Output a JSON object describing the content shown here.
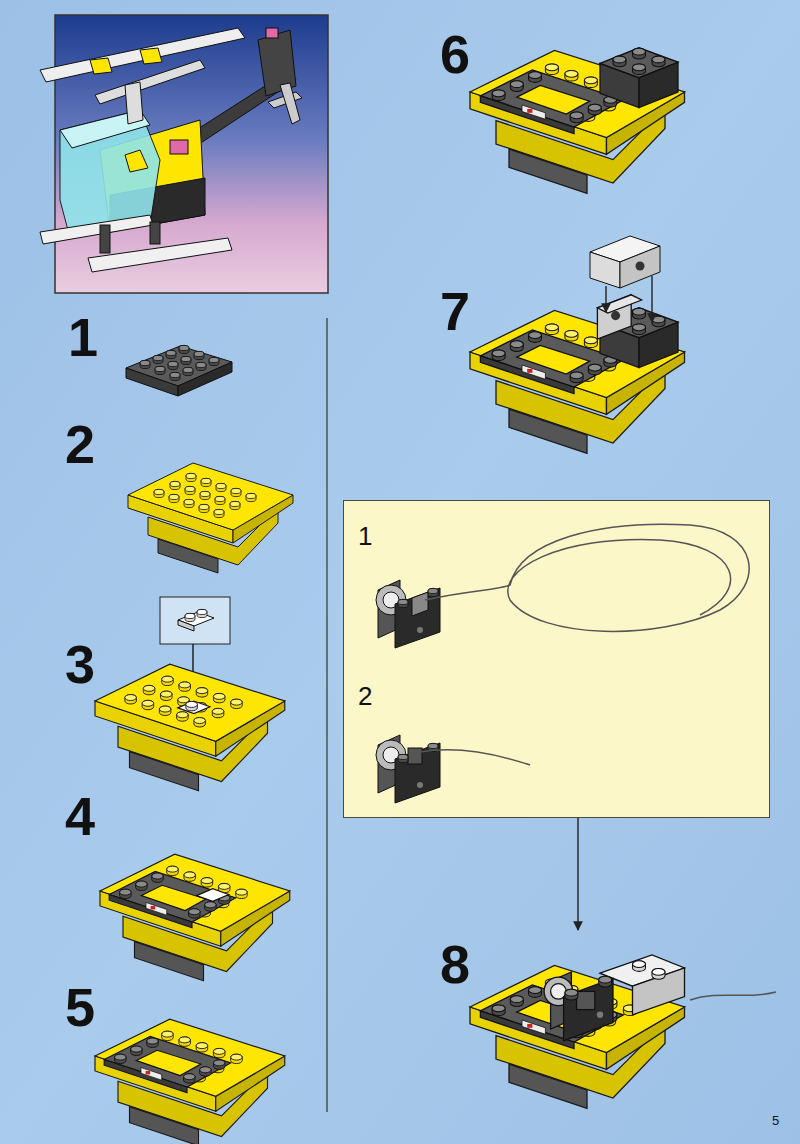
{
  "diagram": {
    "nodes": [
      {
        "text": [
          "1",
          "2"
        ]
      }
    ],
    "labels": [
      "1",
      "2",
      "3",
      "4",
      "5",
      "6",
      "7",
      "8",
      "5"
    ]
  }
}
